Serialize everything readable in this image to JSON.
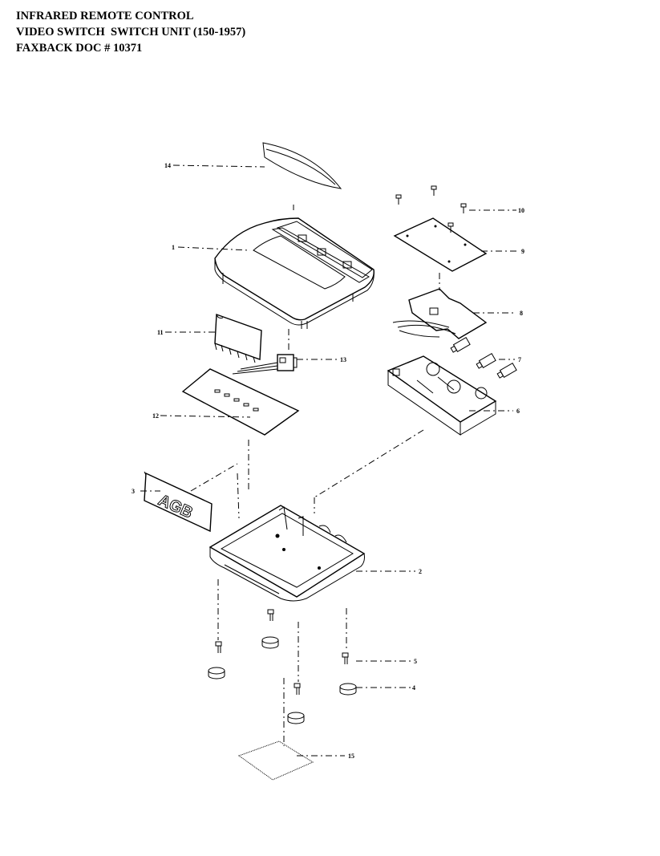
{
  "header": {
    "line1": "INFRARED REMOTE CONTROL",
    "line2": "VIDEO SWITCH  SWITCH UNIT (150-1957)",
    "line3": "FAXBACK DOC # 10371"
  },
  "callouts": {
    "c1": "1",
    "c2": "2",
    "c3": "3",
    "c4": "4",
    "c5": "5",
    "c6": "6",
    "c7": "7",
    "c8": "8",
    "c9": "9",
    "c10": "10",
    "c11": "11",
    "c12": "12",
    "c13": "13",
    "c14": "14",
    "c15": "15"
  },
  "badge_text": "AGB"
}
